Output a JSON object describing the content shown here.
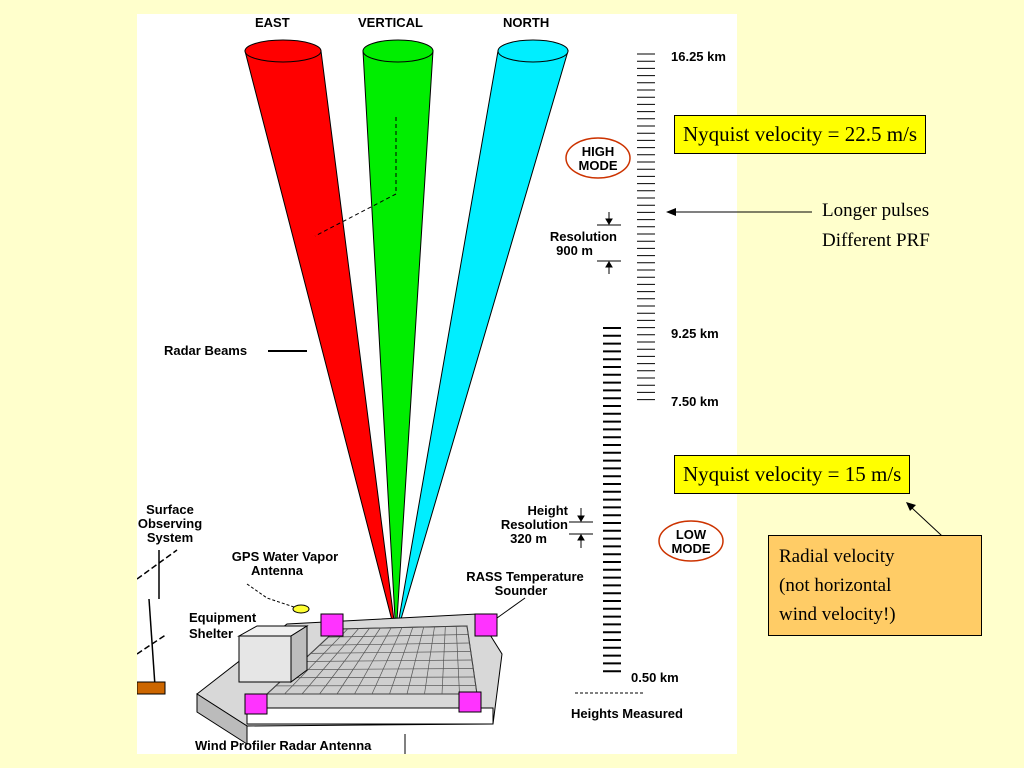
{
  "beams": {
    "east": "EAST",
    "vertical": "VERTICAL",
    "north": "NORTH",
    "radar_beams": "Radar Beams"
  },
  "colors": {
    "east": "#ff0000",
    "vertical": "#00ee00",
    "north": "#00eeff"
  },
  "scale": {
    "top": "16.25 km",
    "mid_high": "9.25 km",
    "mid_low": "7.50 km",
    "bottom": "0.50 km",
    "heights_measured": "Heights Measured"
  },
  "modes": {
    "high": [
      "HIGH",
      "MODE"
    ],
    "low": [
      "LOW",
      "MODE"
    ]
  },
  "resolution": {
    "high": [
      "Resolution",
      "900 m"
    ],
    "low": [
      "Height",
      "Resolution",
      "320 m"
    ]
  },
  "equipment": {
    "surface": [
      "Surface",
      "Observing",
      "System"
    ],
    "gps": [
      "GPS Water Vapor",
      "Antenna"
    ],
    "shelter": [
      "Equipment",
      "Shelter"
    ],
    "rass": [
      "RASS Temperature",
      "Sounder"
    ],
    "antenna": "Wind Profiler Radar Antenna"
  },
  "annotations": {
    "nyquist_high": "Nyquist velocity = 22.5 m/s",
    "nyquist_low": "Nyquist velocity = 15 m/s",
    "longer_pulses": "Longer pulses",
    "different_prf": "Different PRF",
    "radial": [
      "Radial velocity",
      "(not horizontal",
      "wind velocity!)"
    ]
  }
}
